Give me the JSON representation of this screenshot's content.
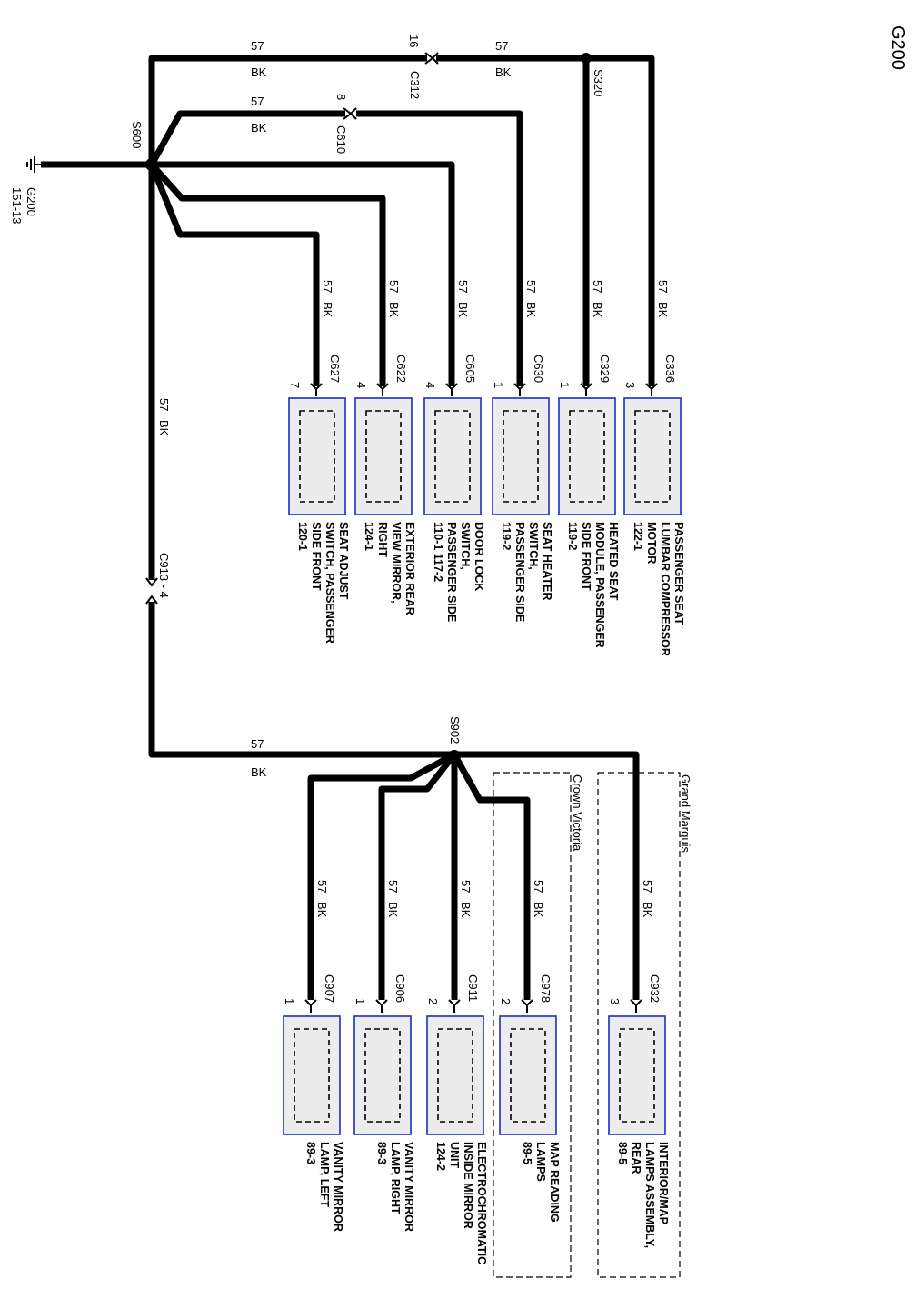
{
  "page": {
    "title": "G200"
  },
  "ground": {
    "name": "G200",
    "ref": "151-13"
  },
  "splices": {
    "s600": "S600",
    "s320": "S320",
    "s902": "S902"
  },
  "inline": {
    "c312": {
      "name": "C312",
      "pin": "16"
    },
    "c610": {
      "name": "C610",
      "pin": "8"
    },
    "c913": {
      "name": "C913 - 4"
    }
  },
  "wire": {
    "circuit": "57",
    "color": "BK"
  },
  "zones": {
    "crown_victoria": "Crown Victoria",
    "grand_marquis": "Grand Marquis"
  },
  "upper_components": [
    {
      "connector": "C627",
      "pin": "7",
      "lines": [
        "SEAT ADJUST",
        "SWITCH, PASSENGER",
        "SIDE FRONT",
        "120-1"
      ]
    },
    {
      "connector": "C622",
      "pin": "4",
      "lines": [
        "EXTERIOR REAR",
        "VIEW MIRROR,",
        "RIGHT",
        "124-1"
      ]
    },
    {
      "connector": "C605",
      "pin": "4",
      "lines": [
        "DOOR LOCK",
        "SWITCH,",
        "PASSENGER SIDE",
        "110-1    117-2"
      ]
    },
    {
      "connector": "C630",
      "pin": "1",
      "lines": [
        "SEAT HEATER",
        "SWITCH,",
        "PASSENGER SIDE",
        "119-2"
      ]
    },
    {
      "connector": "C329",
      "pin": "1",
      "lines": [
        "HEATED SEAT",
        "MODULE, PASSENGER",
        "SIDE FRONT",
        "119-2"
      ]
    },
    {
      "connector": "C336",
      "pin": "3",
      "lines": [
        "PASSENGER SEAT",
        "LUMBAR COMPRESSOR",
        "MOTOR",
        "122-1"
      ]
    }
  ],
  "lower_components": [
    {
      "connector": "C907",
      "pin": "1",
      "lines": [
        "VANITY MIRROR",
        "LAMP, LEFT",
        "89-3"
      ]
    },
    {
      "connector": "C906",
      "pin": "1",
      "lines": [
        "VANITY MIRROR",
        "LAMP, RIGHT",
        "89-3"
      ]
    },
    {
      "connector": "C911",
      "pin": "2",
      "lines": [
        "ELECTROCHROMATIC",
        "INSIDE MIRROR",
        "UNIT",
        "124-2"
      ]
    },
    {
      "connector": "C978",
      "pin": "2",
      "lines": [
        "MAP READING",
        "LAMPS",
        "89-5"
      ]
    },
    {
      "connector": "C932",
      "pin": "3",
      "lines": [
        "INTERIOR/MAP",
        "LAMPS ASSEMBLY,",
        "REAR",
        "89-5"
      ]
    }
  ]
}
